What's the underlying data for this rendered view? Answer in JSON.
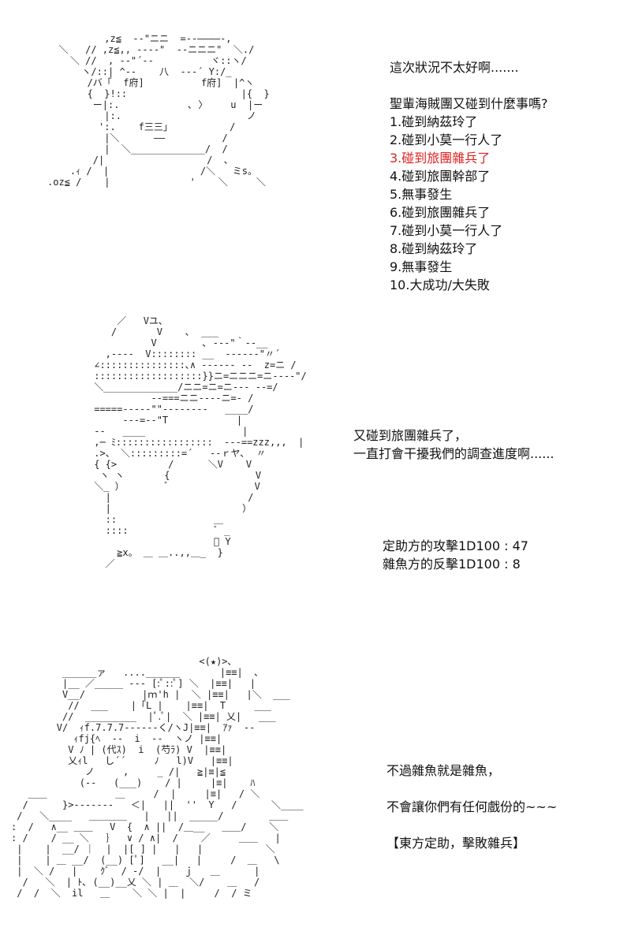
{
  "panel1": {
    "lines": [
      "這次狀況不太好啊.......",
      "",
      "聖輩海賊團又碰到什麼事嗎?",
      "1.碰到納茲玲了",
      "2.碰到小莫一行人了",
      "3.碰到旅團雜兵了",
      "4.碰到旅團幹部了",
      "5.無事發生",
      "6.碰到旅團雜兵了",
      "7.碰到小莫一行人了",
      "8.碰到納茲玲了",
      "9.無事發生",
      "10.大成功/大失敗"
    ],
    "highlight_index": 5,
    "highlight_color": "#e02020"
  },
  "panel2": {
    "dialogue": [
      "又碰到旅團雜兵了，",
      "一直打會干擾我們的調查進度啊......"
    ],
    "rolls": [
      "定助方的攻擊1D100 : 47",
      "雜魚方的反擊1D100 : 8"
    ]
  },
  "panel3": {
    "lines": [
      "不過雜魚就是雜魚，",
      "",
      "不會讓你們有任何戲份的~~~",
      "",
      "【東方定助，擊敗雜兵】"
    ]
  }
}
